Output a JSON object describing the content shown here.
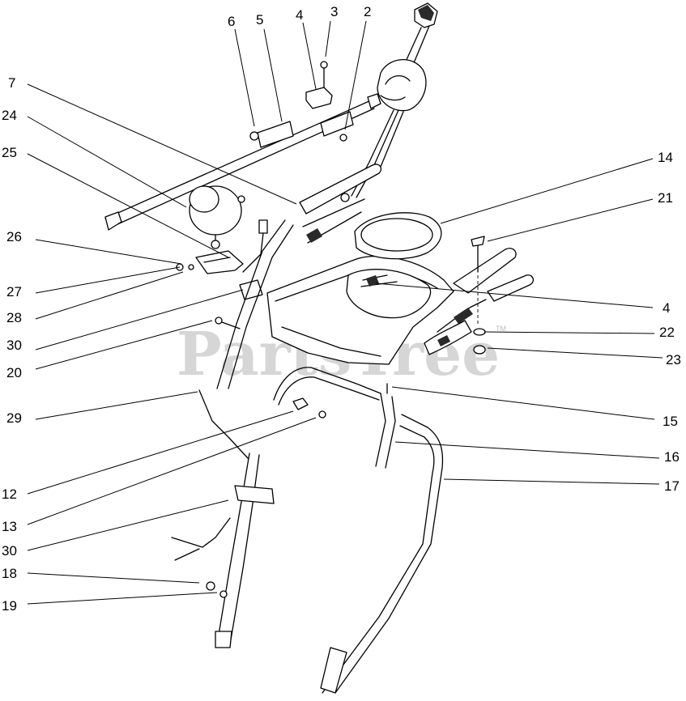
{
  "watermark": {
    "text": "PartsTree",
    "trademark": "TM"
  },
  "callouts": [
    {
      "id": "c-6",
      "label": "6"
    },
    {
      "id": "c-5",
      "label": "5"
    },
    {
      "id": "c-4a",
      "label": "4"
    },
    {
      "id": "c-3",
      "label": "3"
    },
    {
      "id": "c-2",
      "label": "2"
    },
    {
      "id": "c-7",
      "label": "7"
    },
    {
      "id": "c-24",
      "label": "24"
    },
    {
      "id": "c-25",
      "label": "25"
    },
    {
      "id": "c-26",
      "label": "26"
    },
    {
      "id": "c-27",
      "label": "27"
    },
    {
      "id": "c-28",
      "label": "28"
    },
    {
      "id": "c-30a",
      "label": "30"
    },
    {
      "id": "c-20",
      "label": "20"
    },
    {
      "id": "c-29",
      "label": "29"
    },
    {
      "id": "c-12",
      "label": "12"
    },
    {
      "id": "c-13",
      "label": "13"
    },
    {
      "id": "c-30b",
      "label": "30"
    },
    {
      "id": "c-18",
      "label": "18"
    },
    {
      "id": "c-19",
      "label": "19"
    },
    {
      "id": "c-14",
      "label": "14"
    },
    {
      "id": "c-21",
      "label": "21"
    },
    {
      "id": "c-4b",
      "label": "4"
    },
    {
      "id": "c-22",
      "label": "22"
    },
    {
      "id": "c-23",
      "label": "23"
    },
    {
      "id": "c-15",
      "label": "15"
    },
    {
      "id": "c-16",
      "label": "16"
    },
    {
      "id": "c-17",
      "label": "17"
    }
  ]
}
